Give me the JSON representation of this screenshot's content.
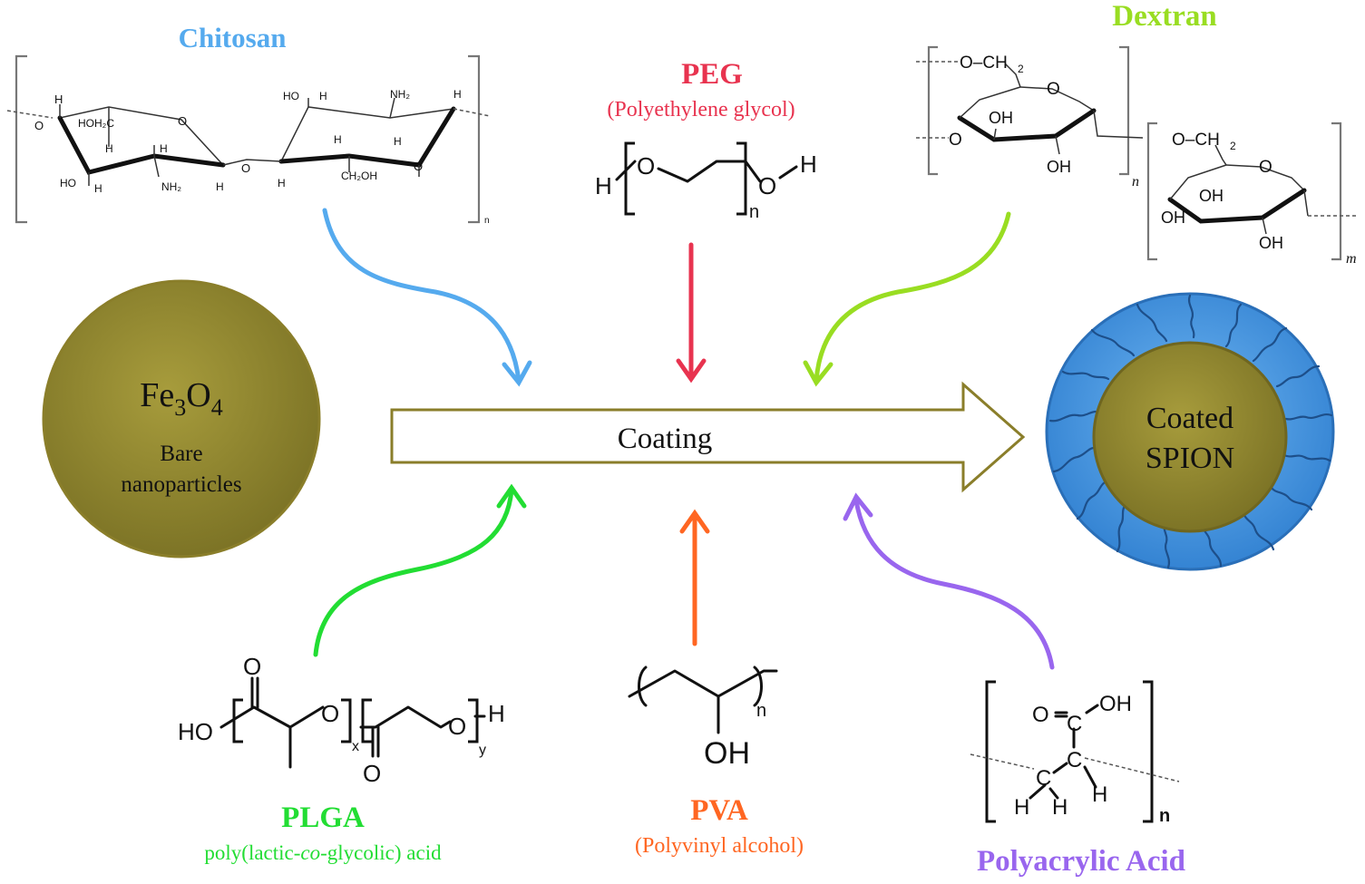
{
  "colors": {
    "chitosan": "#55aaee",
    "peg": "#e8334f",
    "dextran": "#99dd22",
    "plga": "#22dd33",
    "pva": "#ff6622",
    "polyacrylic": "#9966ee",
    "core": "#8d8330",
    "shell": "#3b8fe0",
    "arrow_outline": "#8a7e2a"
  },
  "core": {
    "formula_base": "Fe",
    "sub1": "3",
    "formula_mid": "O",
    "sub2": "4",
    "line1": "Bare",
    "line2": "nanoparticles"
  },
  "process": {
    "label": "Coating"
  },
  "product": {
    "line1": "Coated",
    "line2": "SPION"
  },
  "polymers": {
    "chitosan": {
      "name": "Chitosan",
      "repeat": "n"
    },
    "peg": {
      "name": "PEG",
      "full": "(Polyethylene glycol)",
      "repeat": "n"
    },
    "dextran": {
      "name": "Dextran",
      "repeat1": "n",
      "repeat2": "m"
    },
    "plga": {
      "name": "PLGA",
      "full_pre": "poly(lactic-",
      "full_italic": "co",
      "full_post": "-glycolic) acid",
      "rep_x": "x",
      "rep_y": "y"
    },
    "pva": {
      "name": "PVA",
      "full": "(Polyvinyl alcohol)",
      "repeat": "n"
    },
    "polyacrylic": {
      "name": "Polyacrylic Acid",
      "repeat": "n"
    }
  },
  "atoms": {
    "H": "H",
    "O": "O",
    "OH": "OH",
    "HO": "HO",
    "C": "C",
    "O_CH": "O–CH",
    "sub2": "2",
    "HOH2C": "HOH₂C",
    "NH2": "NH₂",
    "CH2OH": "CH₂OH"
  }
}
